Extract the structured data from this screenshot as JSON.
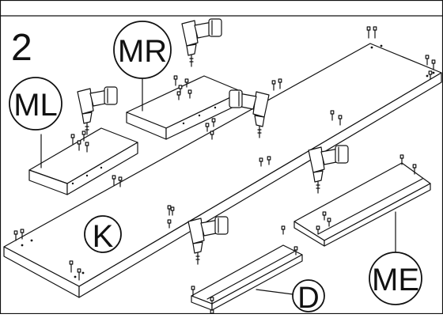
{
  "step": {
    "number": "2"
  },
  "parts": {
    "ml": {
      "label": "ML"
    },
    "mr": {
      "label": "MR"
    },
    "k": {
      "label": "K"
    },
    "d": {
      "label": "D"
    },
    "me": {
      "label": "ME"
    }
  },
  "colors": {
    "line": "#111111",
    "background": "#ffffff",
    "tool_fill": "#ffffff"
  },
  "icons": [
    "power-drill-icon",
    "screw-icon",
    "dowel-icon"
  ]
}
